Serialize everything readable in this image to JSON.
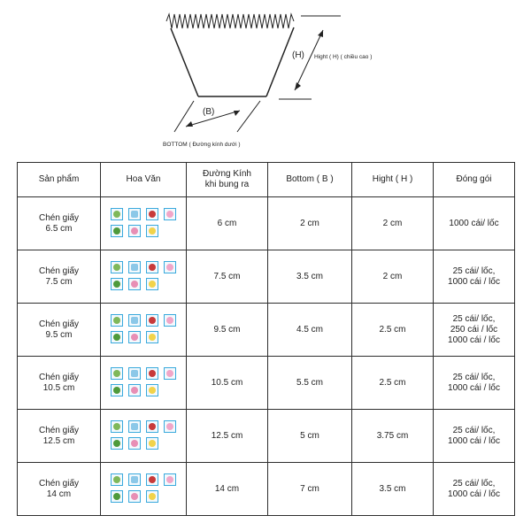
{
  "diagram": {
    "h_label": "(H)",
    "hight_caption": "Hight ( H) ( chiều cao )",
    "b_label": "(B)",
    "bottom_caption": "BOTTOM ( Đường kính dưới )"
  },
  "table": {
    "headers": {
      "product": "Sản phẩm",
      "pattern": "Hoa Văn",
      "diameter_line1": "Đường Kính",
      "diameter_line2": "khi bung ra",
      "bottom": "Bottom ( B )",
      "hight": "Hight ( H )",
      "packing": "Đóng gói"
    },
    "rows": [
      {
        "name1": "Chén giấy",
        "name2": "6.5 cm",
        "diameter": "6 cm",
        "bottom": "2 cm",
        "hight": "2 cm",
        "pack1": "1000 cái/ lốc",
        "pack2": "",
        "pack3": ""
      },
      {
        "name1": "Chén giấy",
        "name2": "7.5 cm",
        "diameter": "7.5 cm",
        "bottom": "3.5 cm",
        "hight": "2 cm",
        "pack1": "25 cái/ lốc,",
        "pack2": "1000 cái / lốc",
        "pack3": ""
      },
      {
        "name1": "Chén giấy",
        "name2": "9.5 cm",
        "diameter": "9.5 cm",
        "bottom": "4.5 cm",
        "hight": "2.5 cm",
        "pack1": "25 cái/ lốc,",
        "pack2": "250 cái / lốc",
        "pack3": "1000 cái / lốc"
      },
      {
        "name1": "Chén giấy",
        "name2": "10.5 cm",
        "diameter": "10.5 cm",
        "bottom": "5.5 cm",
        "hight": "2.5 cm",
        "pack1": "25 cái/ lốc,",
        "pack2": "1000 cái / lốc",
        "pack3": ""
      },
      {
        "name1": "Chén giấy",
        "name2": "12.5 cm",
        "diameter": "12.5 cm",
        "bottom": "5 cm",
        "hight": "3.75 cm",
        "pack1": "25 cái/ lốc,",
        "pack2": "1000 cái / lốc",
        "pack3": ""
      },
      {
        "name1": "Chén giấy",
        "name2": "14 cm",
        "diameter": "14 cm",
        "bottom": "7 cm",
        "hight": "3.5 cm",
        "pack1": "25 cái/ lốc,",
        "pack2": "1000 cái / lốc",
        "pack3": ""
      }
    ]
  },
  "pattern_colors": [
    "#7fb85a",
    "#8cc8e8",
    "#c83a3a",
    "#f1a6c8",
    "#4e9a3b",
    "#e88fb5",
    "#f2d34a"
  ],
  "border_color": "#2e2e2e",
  "icon_frame_color": "#39a9dc"
}
